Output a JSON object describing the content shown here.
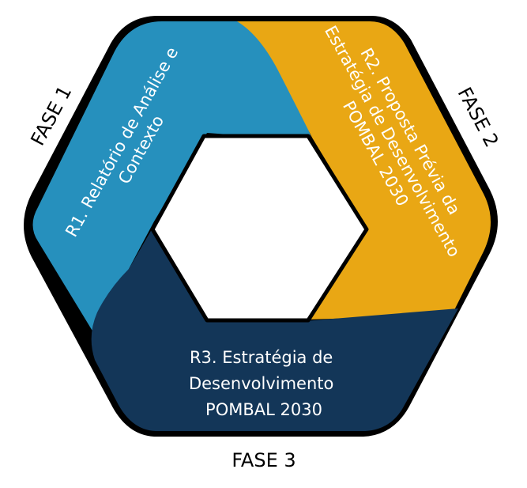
{
  "segments": {
    "r1": {
      "lines": [
        "R1. Relatório de Análise e",
        "Contexto"
      ],
      "color": "#2690bd"
    },
    "r2": {
      "lines": [
        "R2. Proposta Prévia da",
        "Estratégia de Desenvolvimento",
        "POMBAL 2030"
      ],
      "color": "#e9a714"
    },
    "r3": {
      "lines": [
        "R3. Estratégia de",
        "Desenvolvimento",
        "POMBAL 2030"
      ],
      "color": "#133658"
    }
  },
  "phases": {
    "fase1": "FASE 1",
    "fase2": "FASE 2",
    "fase3": "FASE 3"
  },
  "colors": {
    "outline": "#000000",
    "center": "#ffffff"
  }
}
